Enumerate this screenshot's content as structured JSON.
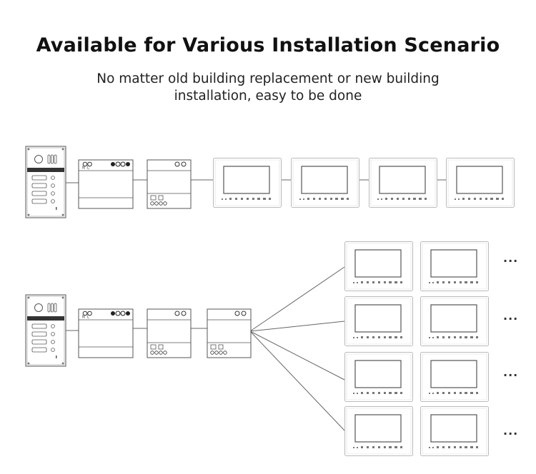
{
  "header": {
    "title": "Available for Various Installation Scenario",
    "subtitle_line1": "No matter old building replacement or new building",
    "subtitle_line2": "installation, easy to be done"
  },
  "labels": {
    "power_n": "N",
    "power_l": "L",
    "continuation": "..."
  },
  "colors": {
    "line": "#666666",
    "panel_dark": "#333333",
    "monitor_edge": "#bbbbbb"
  },
  "scenarios": [
    {
      "name": "scenario-1",
      "components": [
        "outdoor-panel",
        "power-supply",
        "distributor",
        "monitor",
        "monitor",
        "monitor",
        "monitor"
      ]
    },
    {
      "name": "scenario-2",
      "components": [
        "outdoor-panel",
        "power-supply",
        "distributor",
        "distributor",
        "monitor-grid"
      ],
      "monitor_grid": {
        "rows": 4,
        "columns": 2
      }
    }
  ]
}
